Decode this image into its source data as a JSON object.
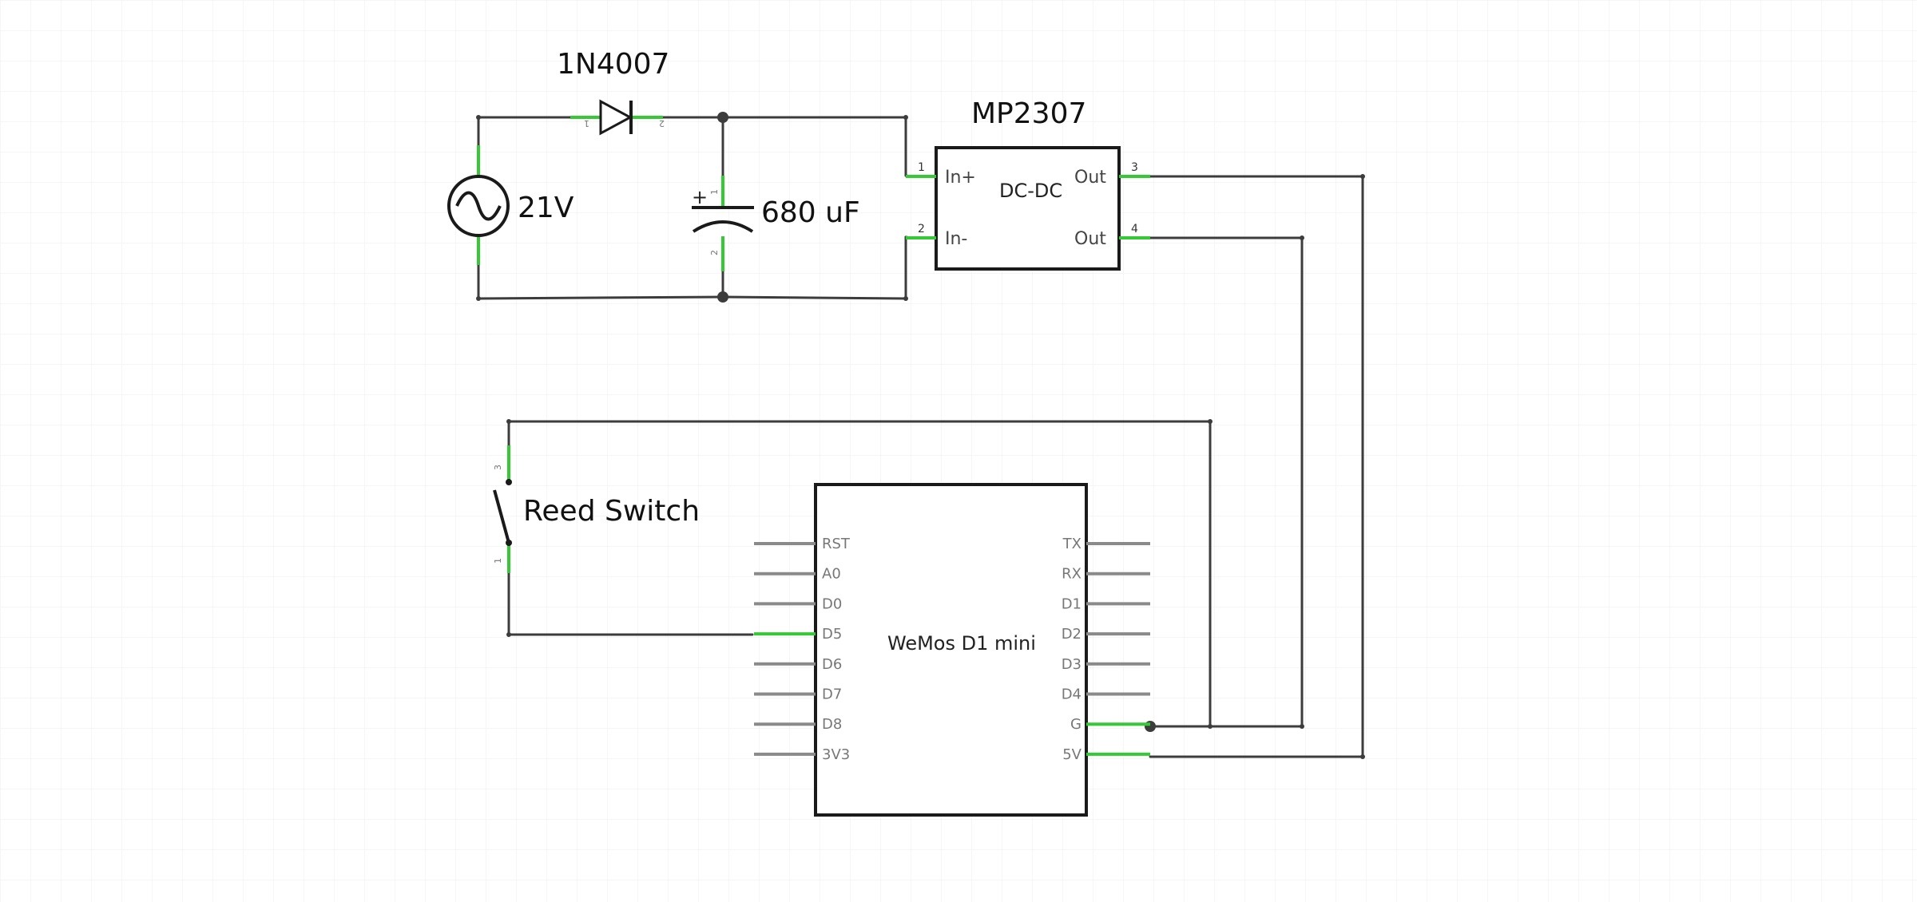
{
  "diode": {
    "label": "1N4007",
    "pin1": "1",
    "pin2": "2"
  },
  "source": {
    "label": "21V"
  },
  "capacitor": {
    "label": "680 uF",
    "plus": "+",
    "pin1": "1",
    "pin2": "2"
  },
  "converter": {
    "title": "MP2307",
    "body": "DC-DC",
    "in_plus": "In+",
    "in_minus": "In-",
    "out_top": "Out",
    "out_bottom": "Out",
    "pin1": "1",
    "pin2": "2",
    "pin3": "3",
    "pin4": "4"
  },
  "reed": {
    "label": "Reed Switch",
    "pin1": "1",
    "pin3": "3"
  },
  "wemos": {
    "title": "WeMos D1 mini",
    "left_pins": [
      "RST",
      "A0",
      "D0",
      "D5",
      "D6",
      "D7",
      "D8",
      "3V3"
    ],
    "right_pins": [
      "TX",
      "RX",
      "D1",
      "D2",
      "D3",
      "D4",
      "G",
      "5V"
    ]
  },
  "colors": {
    "wire": "#3c3c3c",
    "pin_connected": "#35c935",
    "pin_free": "#8a8a8a",
    "grid": "#ececec"
  }
}
